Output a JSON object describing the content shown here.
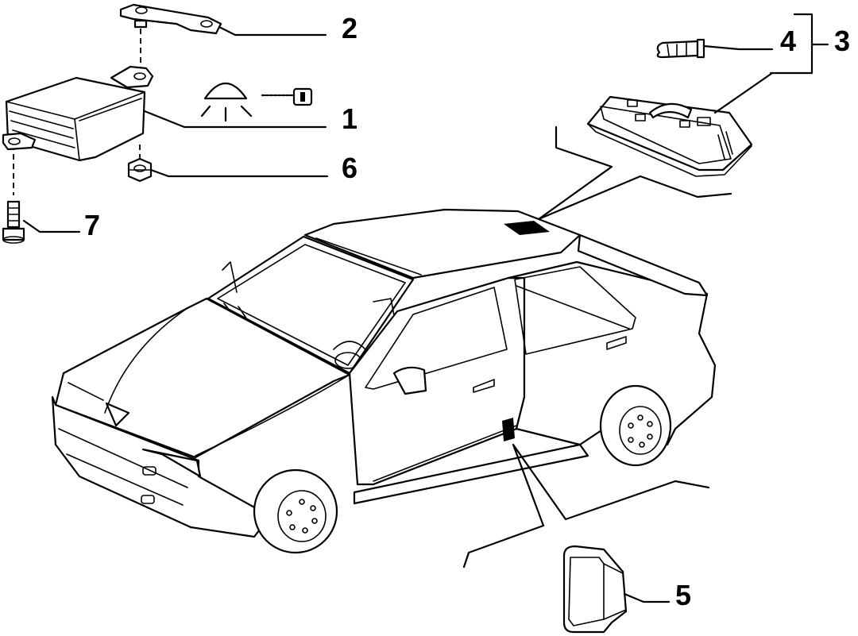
{
  "diagram": {
    "callouts": {
      "c1": "1",
      "c2": "2",
      "c3": "3",
      "c4": "4",
      "c5": "5",
      "c6": "6",
      "c7": "7"
    },
    "colors": {
      "line": "#000000",
      "background": "#ffffff"
    },
    "icons": [
      "interior-light-icon",
      "ignition-key-icon"
    ]
  }
}
